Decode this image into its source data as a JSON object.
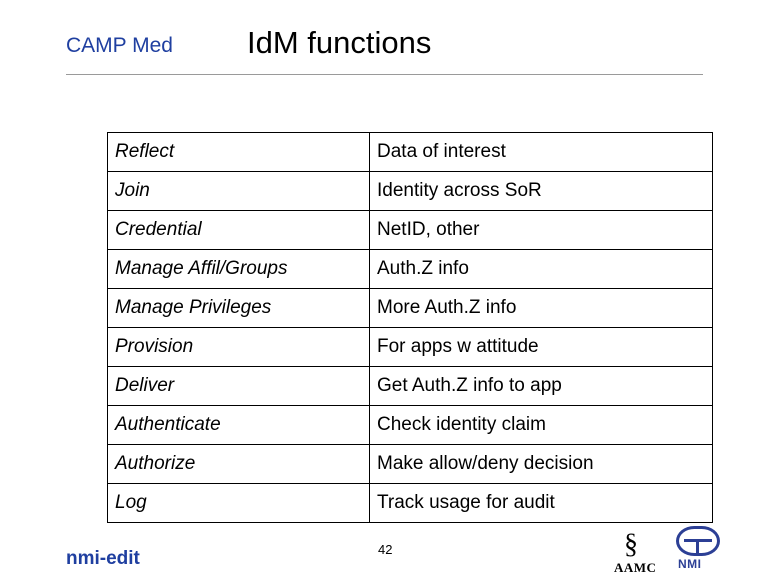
{
  "header": {
    "brand": "CAMP Med",
    "title": "IdM functions"
  },
  "table": {
    "rows": [
      {
        "function": "Reflect",
        "description": "Data of interest"
      },
      {
        "function": "Join",
        "description": "Identity across SoR"
      },
      {
        "function": "Credential",
        "description": "NetID, other"
      },
      {
        "function": "Manage Affil/Groups",
        "description": "Auth.Z info"
      },
      {
        "function": "Manage Privileges",
        "description": "More Auth.Z info"
      },
      {
        "function": "Provision",
        "description": "For apps w attitude"
      },
      {
        "function": "Deliver",
        "description": "Get Auth.Z info to app"
      },
      {
        "function": "Authenticate",
        "description": "Check identity claim"
      },
      {
        "function": "Authorize",
        "description": "Make allow/deny decision"
      },
      {
        "function": "Log",
        "description": "Track usage for audit"
      }
    ]
  },
  "footer": {
    "left_label": "nmi-edit",
    "page_number": "42",
    "logos": {
      "aamc_glyph": "§",
      "aamc_word": "AAMC",
      "nmi_word": "NMI"
    }
  },
  "colors": {
    "brand_blue": "#1f3fa0",
    "logo_blue": "#2c3f95",
    "rule_gray": "#9a9a9a"
  }
}
